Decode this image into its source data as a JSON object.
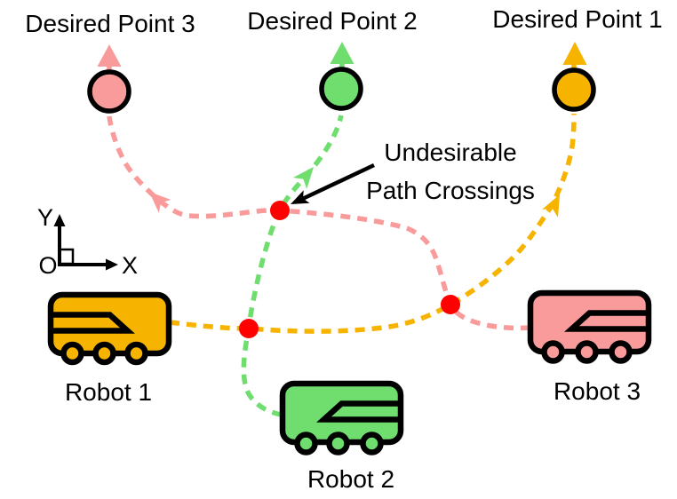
{
  "figure": {
    "desired_points": [
      {
        "label": "Desired Point 1",
        "color": "#F6B400"
      },
      {
        "label": "Desired Point 2",
        "color": "#6FDE6F"
      },
      {
        "label": "Desired Point 3",
        "color": "#F99B9B"
      }
    ],
    "robots": [
      {
        "label": "Robot 1",
        "color": "#F6B400",
        "facing": "right"
      },
      {
        "label": "Robot 2",
        "color": "#6FDE6F",
        "facing": "left"
      },
      {
        "label": "Robot 3",
        "color": "#F99B9B",
        "facing": "left"
      }
    ],
    "annotation": {
      "line1": "Undesirable",
      "line2": "Path Crossings"
    },
    "axis": {
      "y_label": "Y",
      "origin_label": "O",
      "x_label": "X"
    },
    "path_crossings": {
      "count": 3,
      "marker_color": "#FF0000"
    },
    "colors": {
      "outline_black": "#000000",
      "background": "#FFFFFF"
    }
  }
}
